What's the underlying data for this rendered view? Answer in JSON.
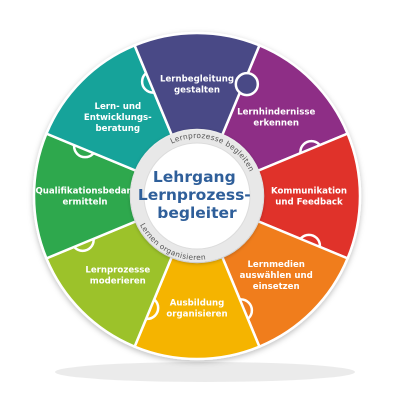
{
  "center": {
    "title_lines": [
      "Lehrgang",
      "Lernprozess-",
      "begleiter"
    ],
    "color": "#2f5f9a"
  },
  "ring_labels": {
    "top": "Lernprozesse begleiten",
    "left": "Lernen organisieren"
  },
  "segments": [
    {
      "lines": [
        "Lernhindernisse",
        "erkennen"
      ],
      "color": "#8e2f86"
    },
    {
      "lines": [
        "Kommunikation",
        "und Feedback"
      ],
      "color": "#e0312c"
    },
    {
      "lines": [
        "Lernmedien",
        "auswählen und",
        "einsetzen"
      ],
      "color": "#f07d1a"
    },
    {
      "lines": [
        "Ausbildung",
        "organisieren"
      ],
      "color": "#f5b400"
    },
    {
      "lines": [
        "Lernprozesse",
        "moderieren"
      ],
      "color": "#9cc22a"
    },
    {
      "lines": [
        "Qualifikationsbedarf",
        "ermitteln"
      ],
      "color": "#2fa84e"
    },
    {
      "lines": [
        "Lern- und",
        "Entwicklungs-",
        "beratung"
      ],
      "color": "#17a39a"
    },
    {
      "lines": [
        "Lernbegleitung",
        "gestalten"
      ],
      "color": "#4a4a86"
    }
  ]
}
